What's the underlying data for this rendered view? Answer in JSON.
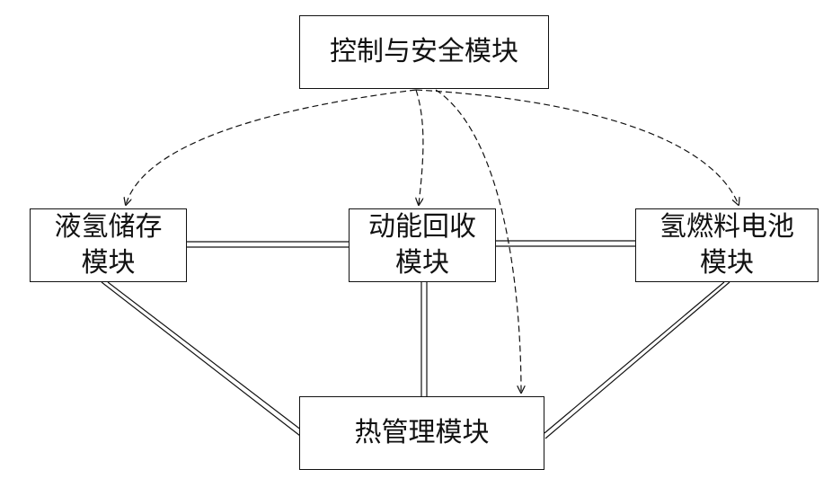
{
  "diagram": {
    "modules": {
      "control_safety": {
        "label": "控制与安全模块"
      },
      "lh2_storage": {
        "line1": "液氢储存",
        "line2": "模块"
      },
      "kinetic_recovery": {
        "line1": "动能回收",
        "line2": "模块"
      },
      "fuel_cell": {
        "line1": "氢燃料电池",
        "line2": "模块"
      },
      "thermal_management": {
        "label": "热管理模块"
      }
    },
    "connections": {
      "solid_double": [
        [
          "lh2_storage",
          "kinetic_recovery"
        ],
        [
          "kinetic_recovery",
          "fuel_cell"
        ],
        [
          "lh2_storage",
          "thermal_management"
        ],
        [
          "kinetic_recovery",
          "thermal_management"
        ],
        [
          "fuel_cell",
          "thermal_management"
        ]
      ],
      "dashed_arrows": [
        [
          "control_safety",
          "lh2_storage"
        ],
        [
          "control_safety",
          "kinetic_recovery"
        ],
        [
          "control_safety",
          "fuel_cell"
        ],
        [
          "control_safety",
          "thermal_management"
        ]
      ]
    },
    "colors": {
      "line": "#111111",
      "background": "#ffffff"
    }
  }
}
